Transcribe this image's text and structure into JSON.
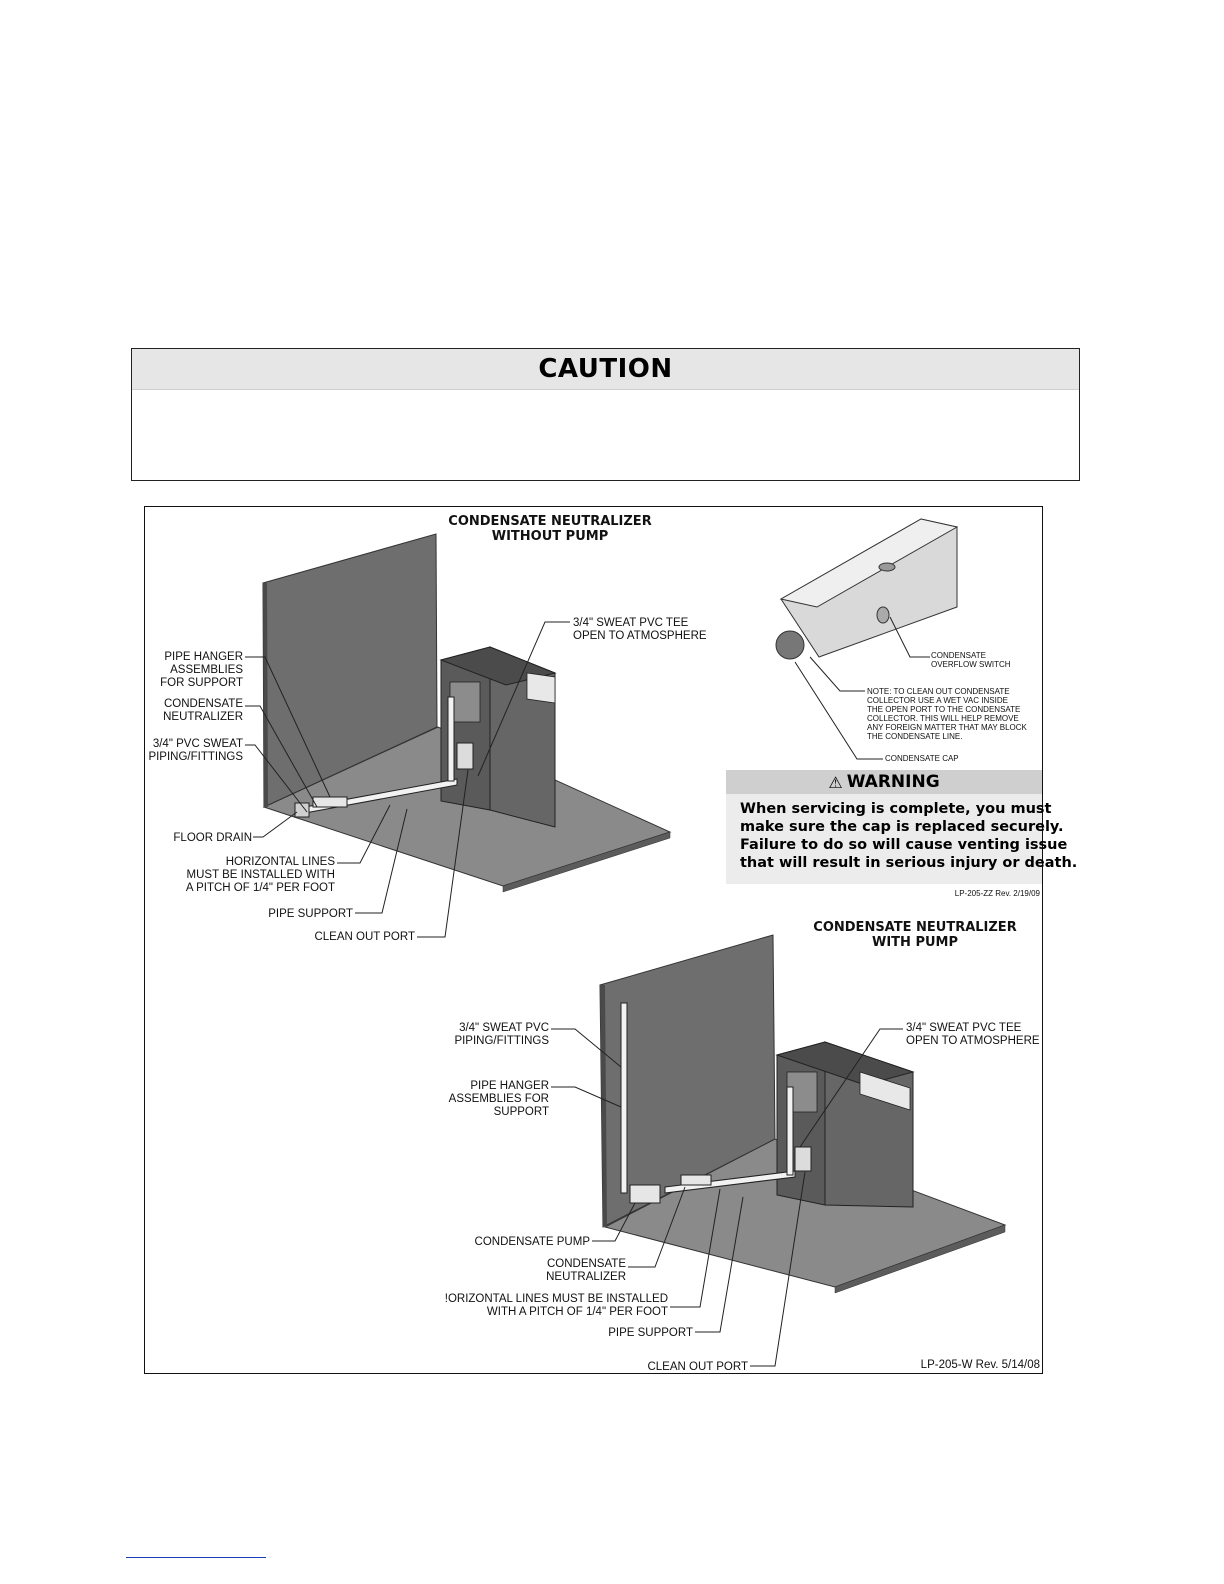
{
  "caution": {
    "title": "CAUTION"
  },
  "figure": {
    "top_title_line1": "CONDENSATE NEUTRALIZER",
    "top_title_line2": "WITHOUT PUMP",
    "bottom_title_line1": "CONDENSATE NEUTRALIZER",
    "bottom_title_line2": "WITH PUMP",
    "top_labels": {
      "tee_line1": "3/4\" SWEAT PVC TEE",
      "tee_line2": "OPEN TO ATMOSPHERE",
      "hanger_line1": "PIPE HANGER",
      "hanger_line2": "ASSEMBLIES",
      "hanger_line3": "FOR SUPPORT",
      "neutralizer_line1": "CONDENSATE",
      "neutralizer_line2": "NEUTRALIZER",
      "piping_line1": "3/4\" PVC SWEAT",
      "piping_line2": "PIPING/FITTINGS",
      "floor_drain": "FLOOR DRAIN",
      "horizontal_line1": "HORIZONTAL LINES",
      "horizontal_line2": "MUST BE INSTALLED WITH",
      "horizontal_line3": "A PITCH OF 1/4\" PER FOOT",
      "pipe_support": "PIPE SUPPORT",
      "clean_out": "CLEAN OUT PORT"
    },
    "detail_labels": {
      "overflow_line1": "CONDENSATE",
      "overflow_line2": "OVERFLOW SWITCH",
      "note_line1": "NOTE: TO CLEAN OUT CONDENSATE",
      "note_line2": "COLLECTOR USE A WET VAC INSIDE",
      "note_line3": "THE OPEN PORT TO THE CONDENSATE",
      "note_line4": "COLLECTOR. THIS WILL HELP REMOVE",
      "note_line5": "ANY FOREIGN MATTER THAT MAY BLOCK",
      "note_line6": "THE CONDENSATE LINE.",
      "cap": "CONDENSATE CAP"
    },
    "warning": {
      "title": "WARNING",
      "line1": "When servicing is complete, you must",
      "line2": "make sure the cap is replaced securely.",
      "line3": "Failure to do so will cause venting issue",
      "line4": "that will result in serious injury or death."
    },
    "rev_top": "LP-205-ZZ Rev. 2/19/09",
    "bottom_labels": {
      "piping_line1": "3/4\" SWEAT PVC",
      "piping_line2": "PIPING/FITTINGS",
      "hanger_line1": "PIPE HANGER",
      "hanger_line2": "ASSEMBLIES FOR",
      "hanger_line3": "SUPPORT",
      "pump": "CONDENSATE PUMP",
      "neutralizer_line1": "CONDENSATE",
      "neutralizer_line2": "NEUTRALIZER",
      "horizontal_line1": "!ORIZONTAL LINES MUST BE INSTALLED",
      "horizontal_line2": "WITH A PITCH OF 1/4\" PER FOOT",
      "pipe_support": "PIPE SUPPORT",
      "clean_out": "CLEAN OUT PORT",
      "tee_line1": "3/4\" SWEAT PVC TEE",
      "tee_line2": "OPEN TO ATMOSPHERE"
    },
    "rev_bottom": "LP-205-W Rev. 5/14/08"
  }
}
